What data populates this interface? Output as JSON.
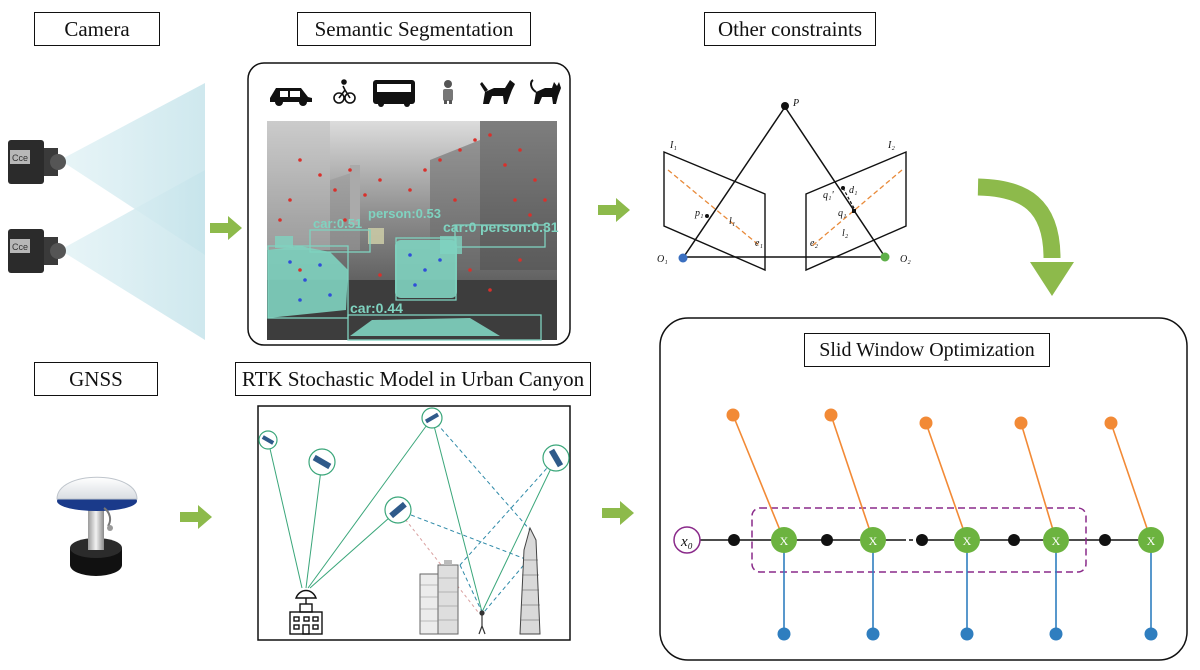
{
  "labels": {
    "camera": "Camera",
    "semantic": "Semantic Segmentation",
    "other": "Other constraints",
    "gnss": "GNSS",
    "rtk": "RTK Stochastic Model in Urban Canyon",
    "slid": "Slid Window Optimization"
  },
  "camera_brand": "Cce",
  "segmentation_labels": {
    "car_a": "car:0",
    "person_a": "person:0.31",
    "car_b": "car:0.44",
    "person_b": "person:0.53",
    "car_c": "car:0.51"
  },
  "epipolar": {
    "point": "P",
    "image1": "I₁",
    "image2": "I₂",
    "origin1": "O₁",
    "origin2": "O₂",
    "p1": "p₁",
    "l1": "l₁",
    "e1": "e₁",
    "e2": "e₂",
    "l2": "l₂",
    "q1": "q₁",
    "q1p": "q₁'",
    "d1": "d₁"
  },
  "sliding_window": {
    "initial_state": "x₀",
    "state_label": "X",
    "states_count": 5
  },
  "colors": {
    "arrow_green": "#8dba4b",
    "state_green": "#6cb33f",
    "landmark_orange": "#f28a36",
    "imu_blue": "#2f7ebf",
    "window_purple": "#8a2a8a",
    "signal_green": "#3aa67a",
    "signal_teal": "#2f8aa8",
    "seg_overlay": "#7fd3c0",
    "camera_beam": "#cfe9ef"
  }
}
